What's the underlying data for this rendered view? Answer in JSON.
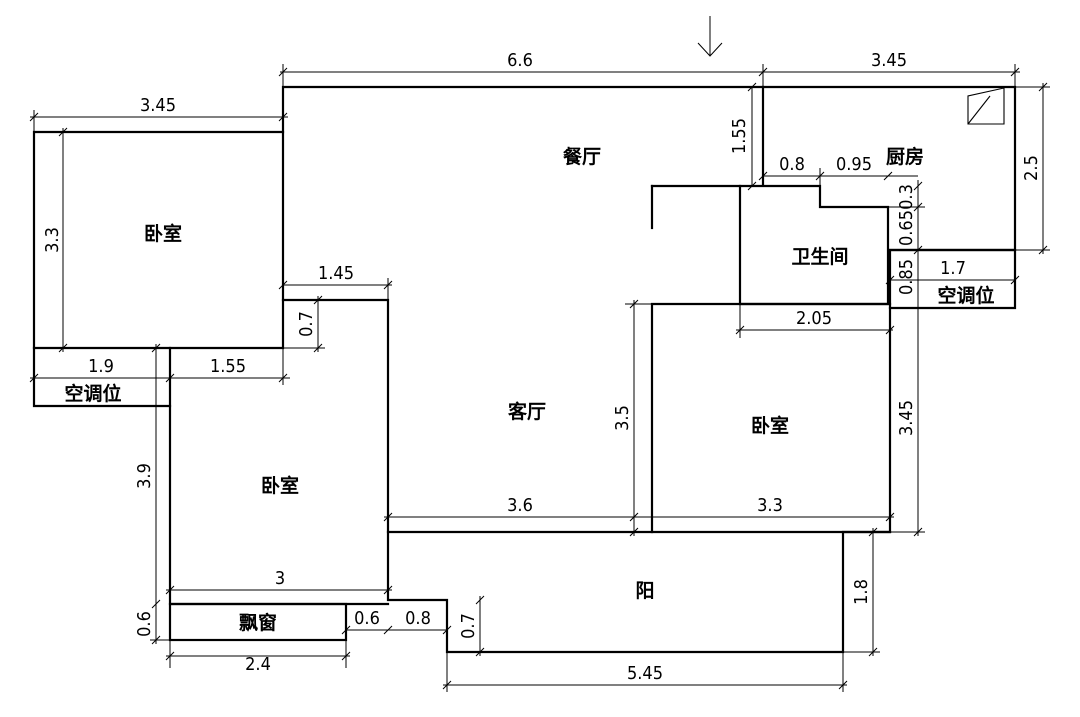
{
  "rooms": {
    "dining": "餐厅",
    "kitchen": "厨房",
    "bedroom_nw": "卧室",
    "bathroom": "卫生间",
    "living": "客厅",
    "bedroom_e": "卧室",
    "bedroom_sw": "卧室",
    "balcony": "阳",
    "bay_window": "飘窗",
    "ac_w": "空调位",
    "ac_e": "空调位"
  },
  "dimensions": {
    "top_66": "6.6",
    "top_345": "3.45",
    "left_345": "3.45",
    "v_155": "1.55",
    "h_08": "0.8",
    "h_095": "0.95",
    "v_25": "2.5",
    "v_03": "0.3",
    "v_065": "0.65",
    "v_33": "3.3",
    "h_145": "1.45",
    "v_085": "0.85",
    "h_17": "1.7",
    "v_07a": "0.7",
    "h_205": "2.05",
    "h_19": "1.9",
    "h_155": "1.55",
    "v_35": "3.5",
    "v_345": "3.45",
    "v_39": "3.9",
    "h_36": "3.6",
    "h_33": "3.3",
    "h_3": "3",
    "v_18": "1.8",
    "v_06": "0.6",
    "h_06": "0.6",
    "h_08b": "0.8",
    "v_07b": "0.7",
    "h_24": "2.4",
    "h_545": "5.45"
  },
  "icons": {
    "entry": "down-arrow-icon"
  }
}
